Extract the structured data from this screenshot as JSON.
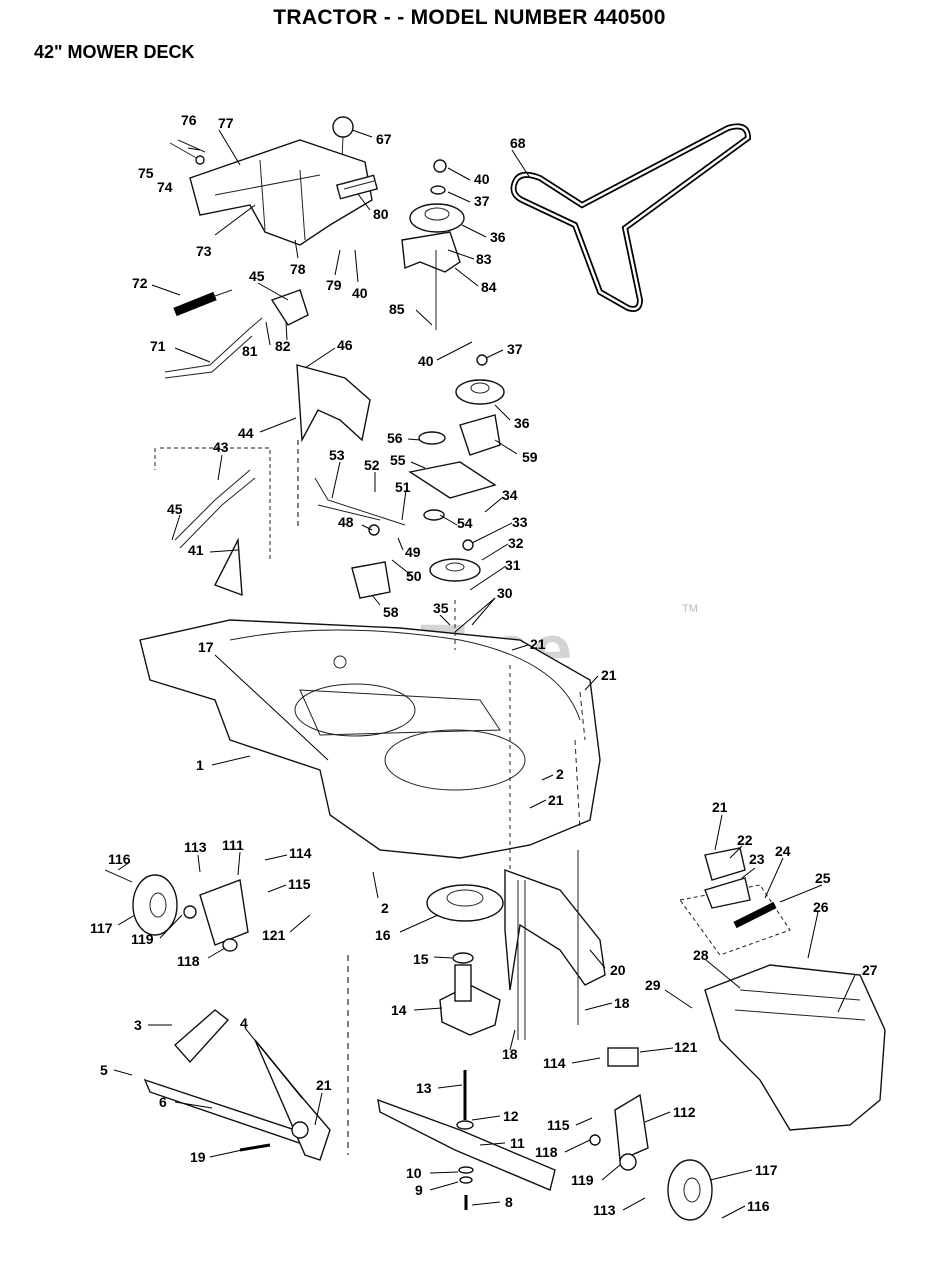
{
  "header": {
    "title": "TRACTOR - - MODEL NUMBER 440500",
    "subtitle": "42\" MOWER DECK"
  },
  "watermark": {
    "text": "PartsTree",
    "tm": "TM"
  },
  "callouts": [
    {
      "id": "c76",
      "text": "76"
    },
    {
      "id": "c77",
      "text": "77"
    },
    {
      "id": "c75",
      "text": "75"
    },
    {
      "id": "c74",
      "text": "74"
    },
    {
      "id": "c73",
      "text": "73"
    },
    {
      "id": "c78",
      "text": "78"
    },
    {
      "id": "c79",
      "text": "79"
    },
    {
      "id": "c40a",
      "text": "40"
    },
    {
      "id": "c80",
      "text": "80"
    },
    {
      "id": "c67",
      "text": "67"
    },
    {
      "id": "c68",
      "text": "68"
    },
    {
      "id": "c40b",
      "text": "40"
    },
    {
      "id": "c37a",
      "text": "37"
    },
    {
      "id": "c36a",
      "text": "36"
    },
    {
      "id": "c83",
      "text": "83"
    },
    {
      "id": "c84",
      "text": "84"
    },
    {
      "id": "c85",
      "text": "85"
    },
    {
      "id": "c72",
      "text": "72"
    },
    {
      "id": "c45a",
      "text": "45"
    },
    {
      "id": "c81",
      "text": "81"
    },
    {
      "id": "c82",
      "text": "82"
    },
    {
      "id": "c71",
      "text": "71"
    },
    {
      "id": "c46",
      "text": "46"
    },
    {
      "id": "c40c",
      "text": "40"
    },
    {
      "id": "c37b",
      "text": "37"
    },
    {
      "id": "c36b",
      "text": "36"
    },
    {
      "id": "c44",
      "text": "44"
    },
    {
      "id": "c56",
      "text": "56"
    },
    {
      "id": "c59",
      "text": "59"
    },
    {
      "id": "c43",
      "text": "43"
    },
    {
      "id": "c53",
      "text": "53"
    },
    {
      "id": "c52",
      "text": "52"
    },
    {
      "id": "c55",
      "text": "55"
    },
    {
      "id": "c51",
      "text": "51"
    },
    {
      "id": "c34",
      "text": "34"
    },
    {
      "id": "c45b",
      "text": "45"
    },
    {
      "id": "c48",
      "text": "48"
    },
    {
      "id": "c54",
      "text": "54"
    },
    {
      "id": "c33",
      "text": "33"
    },
    {
      "id": "c49",
      "text": "49"
    },
    {
      "id": "c32",
      "text": "32"
    },
    {
      "id": "c41",
      "text": "41"
    },
    {
      "id": "c50",
      "text": "50"
    },
    {
      "id": "c31",
      "text": "31"
    },
    {
      "id": "c30",
      "text": "30"
    },
    {
      "id": "c58",
      "text": "58"
    },
    {
      "id": "c35",
      "text": "35"
    },
    {
      "id": "c17",
      "text": "17"
    },
    {
      "id": "c21a",
      "text": "21"
    },
    {
      "id": "c21b",
      "text": "21"
    },
    {
      "id": "c1",
      "text": "1"
    },
    {
      "id": "c2a",
      "text": "2"
    },
    {
      "id": "c21c",
      "text": "21"
    },
    {
      "id": "c113a",
      "text": "113"
    },
    {
      "id": "c111",
      "text": "111"
    },
    {
      "id": "c114a",
      "text": "114"
    },
    {
      "id": "c116a",
      "text": "116"
    },
    {
      "id": "c115a",
      "text": "115"
    },
    {
      "id": "c2b",
      "text": "2"
    },
    {
      "id": "c21d",
      "text": "21"
    },
    {
      "id": "c22",
      "text": "22"
    },
    {
      "id": "c23",
      "text": "23"
    },
    {
      "id": "c24",
      "text": "24"
    },
    {
      "id": "c25",
      "text": "25"
    },
    {
      "id": "c26",
      "text": "26"
    },
    {
      "id": "c117a",
      "text": "117"
    },
    {
      "id": "c119a",
      "text": "119"
    },
    {
      "id": "c121a",
      "text": "121"
    },
    {
      "id": "c16",
      "text": "16"
    },
    {
      "id": "c118a",
      "text": "118"
    },
    {
      "id": "c15",
      "text": "15"
    },
    {
      "id": "c20",
      "text": "20"
    },
    {
      "id": "c28",
      "text": "28"
    },
    {
      "id": "c27",
      "text": "27"
    },
    {
      "id": "c29",
      "text": "29"
    },
    {
      "id": "c14",
      "text": "14"
    },
    {
      "id": "c18a",
      "text": "18"
    },
    {
      "id": "c3",
      "text": "3"
    },
    {
      "id": "c4",
      "text": "4"
    },
    {
      "id": "c18b",
      "text": "18"
    },
    {
      "id": "c114b",
      "text": "114"
    },
    {
      "id": "c121b",
      "text": "121"
    },
    {
      "id": "c5",
      "text": "5"
    },
    {
      "id": "c21e",
      "text": "21"
    },
    {
      "id": "c13",
      "text": "13"
    },
    {
      "id": "c6",
      "text": "6"
    },
    {
      "id": "c12",
      "text": "12"
    },
    {
      "id": "c115b",
      "text": "115"
    },
    {
      "id": "c112",
      "text": "112"
    },
    {
      "id": "c11",
      "text": "11"
    },
    {
      "id": "c118b",
      "text": "118"
    },
    {
      "id": "c19",
      "text": "19"
    },
    {
      "id": "c117b",
      "text": "117"
    },
    {
      "id": "c10",
      "text": "10"
    },
    {
      "id": "c119b",
      "text": "119"
    },
    {
      "id": "c9",
      "text": "9"
    },
    {
      "id": "c8",
      "text": "8"
    },
    {
      "id": "c113b",
      "text": "113"
    },
    {
      "id": "c116b",
      "text": "116"
    }
  ]
}
